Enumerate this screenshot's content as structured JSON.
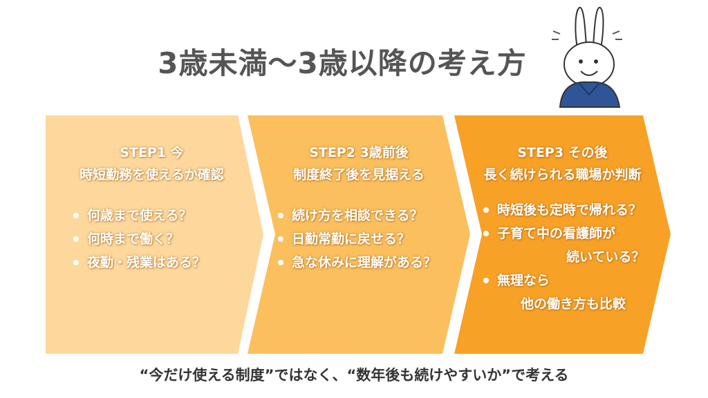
{
  "title": "3歳未満〜3歳以降の考え方",
  "colors": {
    "step1": "#fdd79b",
    "step2": "#fbbf5e",
    "step3": "#f8a127",
    "title": "#555555",
    "footer": "#333333"
  },
  "mascot": {
    "icon": "rabbit-mascot-icon"
  },
  "steps": [
    {
      "heading": "STEP1 今",
      "subheading": "時短勤務を使えるか確認",
      "items": [
        {
          "text": "何歳まで使える？"
        },
        {
          "text": "何時まで働く？"
        },
        {
          "text": "夜勤・残業はある？"
        }
      ]
    },
    {
      "heading": "STEP2 3歳前後",
      "subheading": "制度終了後を見据える",
      "items": [
        {
          "text": "続け方を相談できる？"
        },
        {
          "text": "日勤常勤に戻せる？"
        },
        {
          "text": "急な休みに理解がある？"
        }
      ]
    },
    {
      "heading": "STEP3 その後",
      "subheading": "長く続けられる職場か判断",
      "items": [
        {
          "text": "時短後も定時で帰れる？"
        },
        {
          "text": "子育て中の看護師が",
          "cont": "続いている？"
        },
        {
          "text": "無理なら",
          "cont": "他の働き方も比較"
        }
      ]
    }
  ],
  "footer": "“今だけ使える制度”ではなく、“数年後も続けやすいか”で考える"
}
